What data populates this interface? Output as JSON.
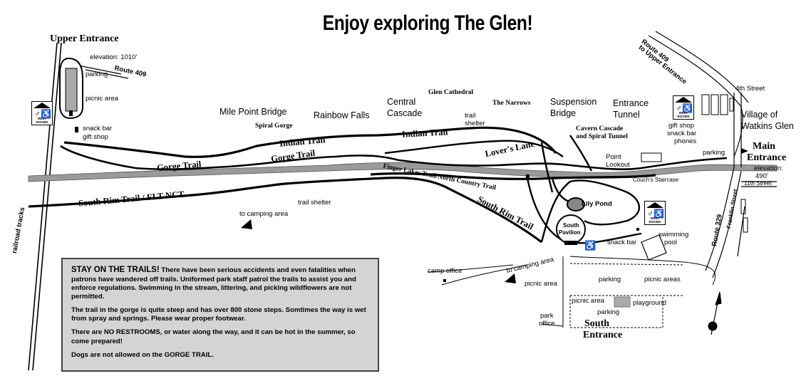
{
  "title": "Enjoy exploring The Glen!",
  "places": {
    "upper_entrance": "Upper Entrance",
    "elevation_upper": "elevation: 1010'",
    "route409": "Route 409",
    "parking_upper": "parking",
    "picnic_area_upper": "picnic area",
    "snack_bar_upper": "snack bar",
    "gift_shop_upper": "gift shop",
    "mile_point_bridge": "Mile Point Bridge",
    "spiral_gorge": "Spiral Gorge",
    "rainbow_falls": "Rainbow Falls",
    "central": "Central",
    "cascade": "Cascade",
    "glen_cathedral": "Glen Cathedral",
    "the_narrows": "The Narrows",
    "trail": "trail",
    "shelter": "shelter",
    "suspension": "Suspension",
    "bridge": "Bridge",
    "entrance": "Entrance",
    "tunnel": "Tunnel",
    "cavern_cascade": "Cavern Cascade",
    "and_spiral_tunnel": "and Spiral Tunnel",
    "point": "Point",
    "lookout": "Lookout",
    "couchs_staircase": "Couch's Staircase",
    "route409_upper_entrance_1": "Route 409",
    "route409_upper_entrance_2": "to Upper Entrance",
    "fourth_street": "4th Street",
    "village_of": "Village of",
    "watkins_glen": "Watkins Glen",
    "gift_shop_main": "gift shop",
    "snack_bar_main": "snack bar",
    "phones": "phones",
    "parking_main": "parking",
    "main": "Main",
    "entrance_main": "Entrance",
    "elevation_main_1": "elevation:",
    "elevation_main_2": "490'",
    "eleventh_street": "11th Street",
    "franklin_street": "Franklin Street",
    "route329": "Route 329",
    "lily_pond": "Lily Pond",
    "south": "South",
    "pavilion": "Pavilion",
    "snack_bar_south": "snack bar",
    "swimming": "swimming",
    "pool": "pool",
    "camp_office": "camp office",
    "to_camping_area_south": "to camping area",
    "picnic_area_south": "picnic area",
    "parking_south": "parking",
    "picnic_areas": "picnic areas",
    "picnic_area_lower": "picnic area",
    "playground": "playground",
    "parking_lower": "parking",
    "park": "park",
    "office": "office",
    "south_entrance_1": "South",
    "south_entrance_2": "Entrance",
    "to_camping_area_west": "to camping area",
    "trail_shelter_west": "trail shelter",
    "railroad_tracks": "railroad tracks"
  },
  "trails": {
    "indian_trail_1": "Indian Trail",
    "indian_trail_2": "Indian Trail",
    "gorge_trail_1": "Gorge Trail",
    "gorge_trail_2": "Gorge Trail",
    "lovers_lane": "Lover's Lane",
    "south_rim_flt": "South Rim Trail / FLT-NCT",
    "finger_lakes": "Finger Lakes Trail/North Country Trail",
    "south_rim": "South Rim Trail"
  },
  "restroom_label": "REST ROOMS",
  "notice": {
    "p1_lead": "STAY ON THE TRAILS!",
    "p1_rest": " There have been serious accidents and even fatalities when patrons have wandered off trails. Uniformed park staff patrol the trails to assist you and enforce regulations. Swimming in the stream, littering, and picking wildflowers are not permitted.",
    "p2": "The trail in the gorge is quite steep and has over 800 stone steps. Somtimes the way is wet from spray and springs. Please wear proper footwear.",
    "p3": "There are NO RESTROOMS, or water along the way, and it can be hot in the summer, so come prepared!",
    "p4": "Dogs are not allowed on the GORGE TRAIL."
  },
  "colors": {
    "stream": "#9a9a9a",
    "notice_bg": "#d4d4d4",
    "ink": "#000000"
  }
}
